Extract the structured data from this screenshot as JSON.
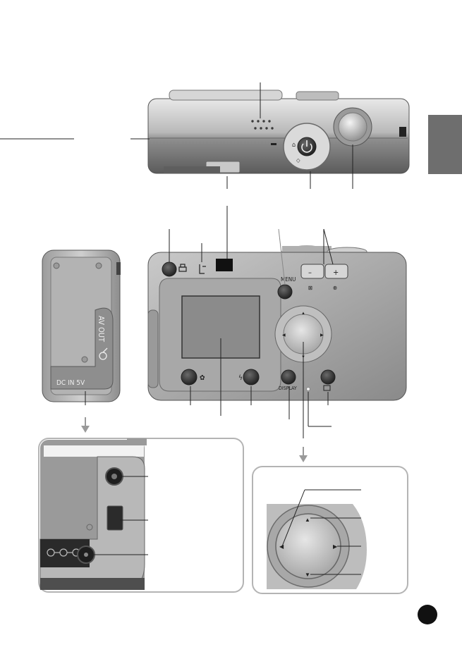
{
  "labels": {
    "av_out": "AV OUT",
    "dc_in": "DC IN 5V",
    "menu": "MENU",
    "display": "DISPLAY"
  },
  "colors": {
    "page_tab": "#6e6e6e",
    "page_number_dot": "#111111",
    "leader_line": "#222222",
    "arrow": "#9a9a9a",
    "callout_border": "#b4b4b4"
  },
  "icons": [
    "print-icon",
    "transfer-icon",
    "zoom-wide-icon",
    "zoom-tele-icon",
    "macro-icon",
    "flash-icon",
    "erase-icon",
    "mode-dial-icon",
    "power-icon"
  ]
}
